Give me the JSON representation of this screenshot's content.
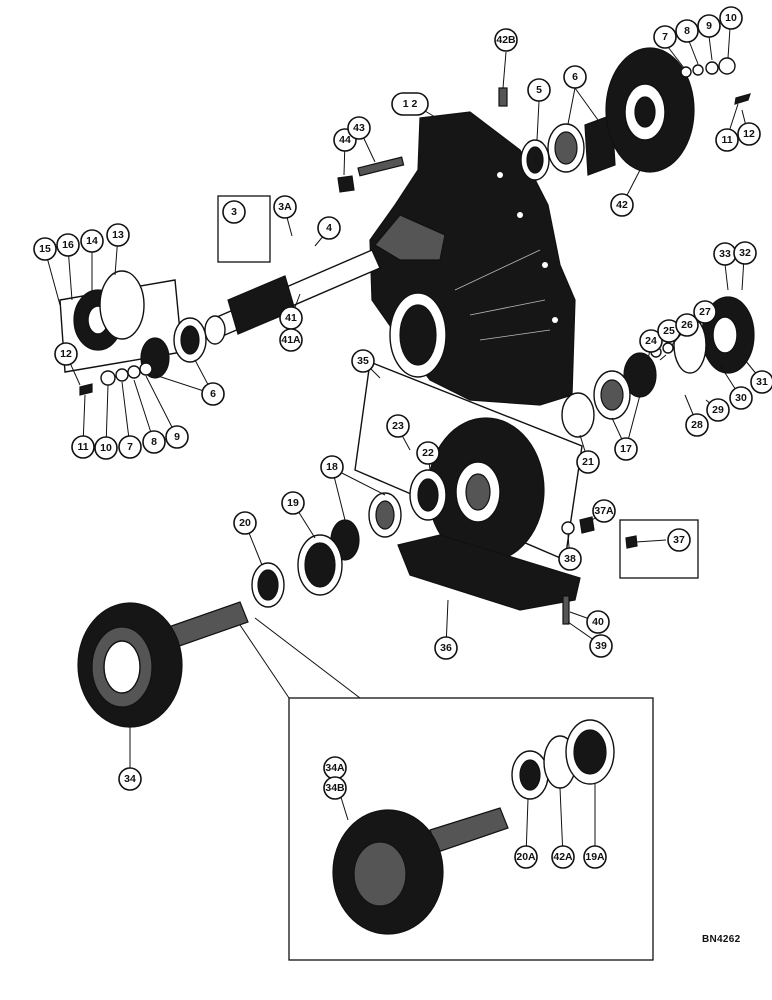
{
  "drawing_number": "BN4262",
  "callouts": [
    {
      "id": "c-42b",
      "label": "42B"
    },
    {
      "id": "c-1-2",
      "label": "1  2"
    },
    {
      "id": "c-5",
      "label": "5"
    },
    {
      "id": "c-6a",
      "label": "6"
    },
    {
      "id": "c-7a",
      "label": "7"
    },
    {
      "id": "c-8a",
      "label": "8"
    },
    {
      "id": "c-9a",
      "label": "9"
    },
    {
      "id": "c-10a",
      "label": "10"
    },
    {
      "id": "c-11a",
      "label": "11"
    },
    {
      "id": "c-12a",
      "label": "12"
    },
    {
      "id": "c-42",
      "label": "42"
    },
    {
      "id": "c-44",
      "label": "44"
    },
    {
      "id": "c-43",
      "label": "43"
    },
    {
      "id": "c-3",
      "label": "3"
    },
    {
      "id": "c-3a",
      "label": "3A"
    },
    {
      "id": "c-4",
      "label": "4"
    },
    {
      "id": "c-15",
      "label": "15"
    },
    {
      "id": "c-16",
      "label": "16"
    },
    {
      "id": "c-14",
      "label": "14"
    },
    {
      "id": "c-13",
      "label": "13"
    },
    {
      "id": "c-12b",
      "label": "12"
    },
    {
      "id": "c-11b",
      "label": "11"
    },
    {
      "id": "c-10b",
      "label": "10"
    },
    {
      "id": "c-7b",
      "label": "7"
    },
    {
      "id": "c-8b",
      "label": "8"
    },
    {
      "id": "c-9b",
      "label": "9"
    },
    {
      "id": "c-6b",
      "label": "6"
    },
    {
      "id": "c-41",
      "label": "41"
    },
    {
      "id": "c-41a",
      "label": "41A"
    },
    {
      "id": "c-33",
      "label": "33"
    },
    {
      "id": "c-32",
      "label": "32"
    },
    {
      "id": "c-27",
      "label": "27"
    },
    {
      "id": "c-24",
      "label": "24"
    },
    {
      "id": "c-25",
      "label": "25"
    },
    {
      "id": "c-26",
      "label": "26"
    },
    {
      "id": "c-31",
      "label": "31"
    },
    {
      "id": "c-30",
      "label": "30"
    },
    {
      "id": "c-29",
      "label": "29"
    },
    {
      "id": "c-28",
      "label": "28"
    },
    {
      "id": "c-35",
      "label": "35"
    },
    {
      "id": "c-23",
      "label": "23"
    },
    {
      "id": "c-21",
      "label": "21"
    },
    {
      "id": "c-17",
      "label": "17"
    },
    {
      "id": "c-22",
      "label": "22"
    },
    {
      "id": "c-18",
      "label": "18"
    },
    {
      "id": "c-19",
      "label": "19"
    },
    {
      "id": "c-20",
      "label": "20"
    },
    {
      "id": "c-37a",
      "label": "37A"
    },
    {
      "id": "c-37",
      "label": "37"
    },
    {
      "id": "c-38",
      "label": "38"
    },
    {
      "id": "c-40",
      "label": "40"
    },
    {
      "id": "c-39",
      "label": "39"
    },
    {
      "id": "c-36",
      "label": "36"
    },
    {
      "id": "c-34",
      "label": "34"
    },
    {
      "id": "c-34a",
      "label": "34A"
    },
    {
      "id": "c-34b",
      "label": "34B"
    },
    {
      "id": "c-20a",
      "label": "20A"
    },
    {
      "id": "c-42a",
      "label": "42A"
    },
    {
      "id": "c-19a",
      "label": "19A"
    }
  ]
}
